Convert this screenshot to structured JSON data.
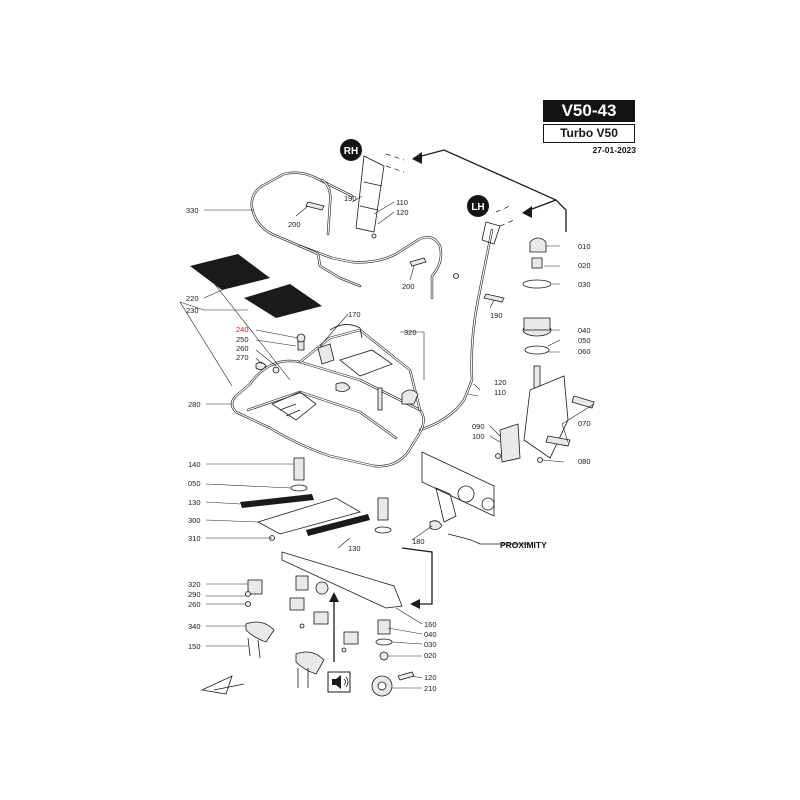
{
  "header": {
    "code": "V50-43",
    "model": "Turbo V50",
    "date": "27-01-2023"
  },
  "side_markers": {
    "right": "RH",
    "left": "LH"
  },
  "proximity_label": "PROXIMITY",
  "labels": {
    "l330": "330",
    "l200a": "200",
    "l190a": "190",
    "l110a": "110",
    "l120a": "120",
    "l200b": "200",
    "l190b": "190",
    "l010": "010",
    "l020a": "020",
    "l030a": "030",
    "l220": "220",
    "l230": "230",
    "l240": "240",
    "l250": "250",
    "l260a": "260",
    "l270": "270",
    "l170": "170",
    "l320a": "320",
    "l040a": "040",
    "l050a": "050",
    "l060": "060",
    "l280": "280",
    "l120b": "120",
    "l110b": "110",
    "l070": "070",
    "l090": "090",
    "l100": "100",
    "l080": "080",
    "l140": "140",
    "l050b": "050",
    "l130a": "130",
    "l300": "300",
    "l310": "310",
    "l130b": "130",
    "l180": "180",
    "l320b": "320",
    "l290": "290",
    "l260b": "260",
    "l340": "340",
    "l150": "150",
    "l160": "160",
    "l040b": "040",
    "l030b": "030",
    "l020b": "020",
    "l120c": "120",
    "l210": "210"
  },
  "highlight_color": "#d32222"
}
